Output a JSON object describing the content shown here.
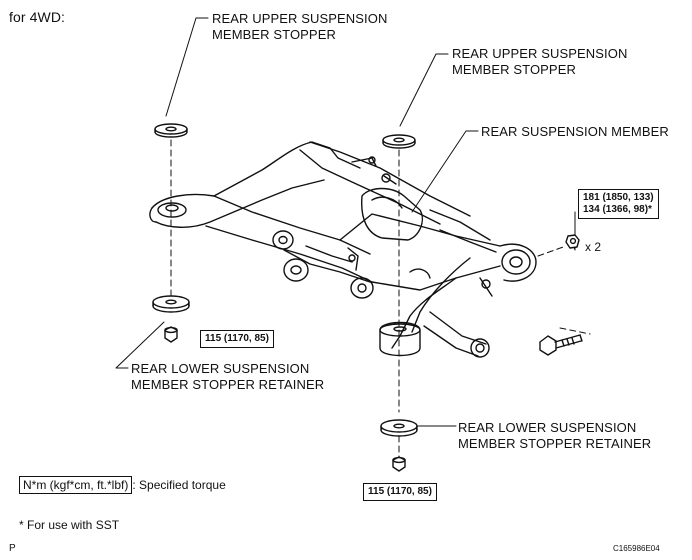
{
  "variant_label": "for 4WD:",
  "callouts": {
    "upper_left": [
      "REAR UPPER SUSPENSION",
      "MEMBER STOPPER"
    ],
    "upper_right": [
      "REAR UPPER SUSPENSION",
      "MEMBER STOPPER"
    ],
    "member": [
      "REAR SUSPENSION MEMBER"
    ],
    "lower_left": [
      "REAR LOWER SUSPENSION",
      "MEMBER STOPPER RETAINER"
    ],
    "lower_right": [
      "REAR LOWER SUSPENSION",
      "MEMBER STOPPER RETAINER"
    ]
  },
  "torques": {
    "bolt_spec_a": "181 (1850, 133)",
    "bolt_spec_b": "134 (1366, 98)*",
    "left_nut": "115 (1170, 85)",
    "bottom_nut": "115 (1170, 85)"
  },
  "bolt_count": "x 2",
  "legend": {
    "unit": "N*m (kgf*cm, ft.*lbf)",
    "meaning": ": Specified torque"
  },
  "footnote": "* For use with SST",
  "corner_letter": "P",
  "figure_code": "C165986E04"
}
